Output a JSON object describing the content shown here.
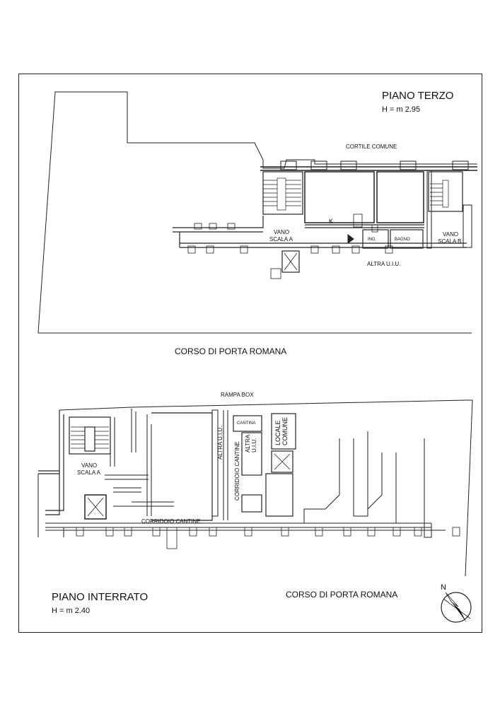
{
  "upper_floor": {
    "title": "PIANO TERZO",
    "height": "H = m 2.95",
    "courtyard": "CORTILE COMUNE",
    "stair_a_line1": "VANO",
    "stair_a_line2": "SCALA A",
    "stair_b_line1": "VANO",
    "stair_b_line2": "SCALA B",
    "room_k": "K",
    "entrance": "ING.",
    "bathroom": "BAGNO",
    "other_unit": "ALTRA U.I.U.",
    "street": "CORSO DI PORTA ROMANA"
  },
  "lower_floor": {
    "title": "PIANO INTERRATO",
    "height": "H = m 2.40",
    "ramp": "RAMPA BOX",
    "stair_a_line1": "VANO",
    "stair_a_line2": "SCALA A",
    "cellar_corridor": "CORRIDOIO CANTINE",
    "cellar_corridor_vertical": "CORRIDOIO CANTINE",
    "other_unit_vertical": "ALTRA U.I.U.",
    "other_unit_short_line1": "ALTRA",
    "other_unit_short_line2": "U.I.U.",
    "cellar": "CANTINA",
    "common_room_line1": "LOCALE",
    "common_room_line2": "COMUNE",
    "street": "CORSO DI PORTA ROMANA"
  },
  "compass": {
    "north": "N"
  }
}
